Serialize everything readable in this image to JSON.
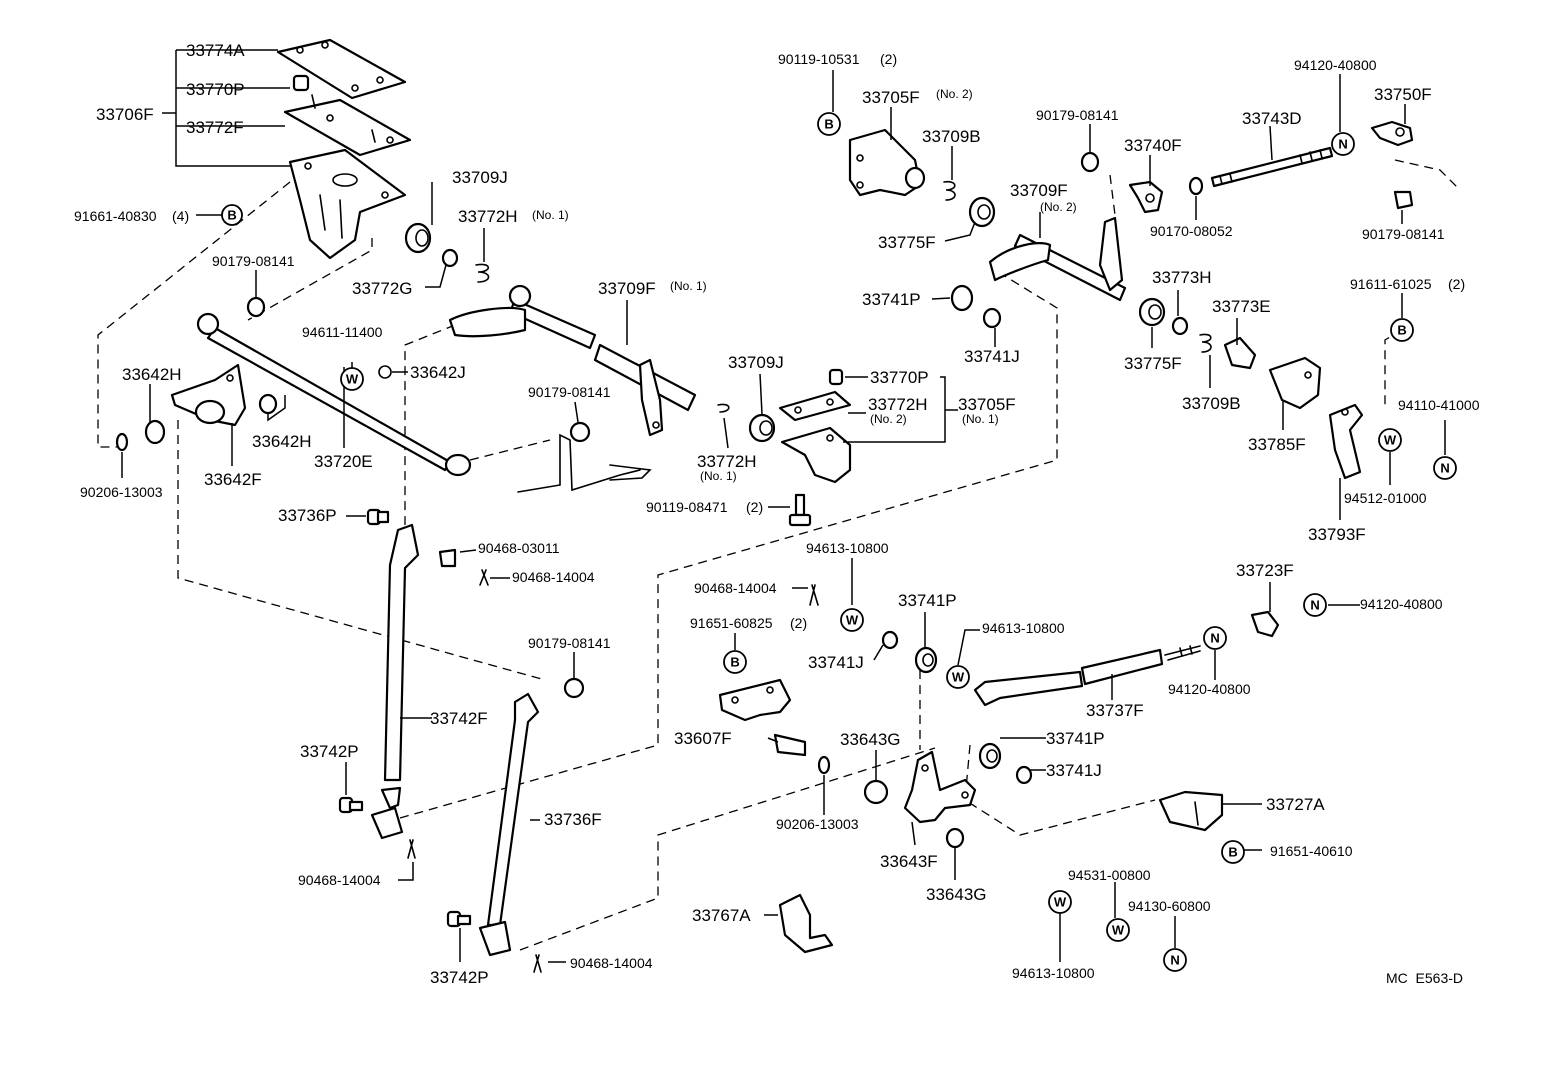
{
  "part_labels": {
    "p33774A": "33774A",
    "p33770P_top": "33770P",
    "p33706F": "33706F",
    "p33772F": "33772F",
    "p91661_40830": "91661-40830",
    "p91661_qty": "(4)",
    "p33709J_top": "33709J",
    "p33772H_top": "33772H",
    "p33772H_top_note": "(No. 1)",
    "p33772G": "33772G",
    "p90179_08141_left": "90179-08141",
    "p94611_11400": "94611-11400",
    "p33642J": "33642J",
    "p33709F_no1": "33709F",
    "p33709F_no1_note": "(No. 1)",
    "p33642H_a": "33642H",
    "p33642H_b": "33642H",
    "p33642F": "33642F",
    "p33720E": "33720E",
    "p90206_13003_left": "90206-13003",
    "p90179_08141_mid": "90179-08141",
    "p33709J_mid": "33709J",
    "p33770P_mid": "33770P",
    "p33772H_no2": "33772H",
    "p33772H_no2_note": "(No. 2)",
    "p33705F_no1": "33705F",
    "p33705F_no1_note": "(No. 1)",
    "p33772H_no1b": "33772H",
    "p33772H_no1b_note": "(No. 1)",
    "p90119_08471": "90119-08471",
    "p90119_08471_qty": "(2)",
    "p33736P": "33736P",
    "p90468_03011": "90468-03011",
    "p90468_14004_a": "90468-14004",
    "p90119_10531": "90119-10531",
    "p90119_10531_qty": "(2)",
    "p33705F_no2": "33705F",
    "p33705F_no2_note": "(No. 2)",
    "p33709B_top": "33709B",
    "p33775F_a": "33775F",
    "p90179_08141_r1": "90179-08141",
    "p33740F": "33740F",
    "p33743D": "33743D",
    "p94120_40800_top": "94120-40800",
    "p33750F": "33750F",
    "p33709F_no2": "33709F",
    "p33709F_no2_note": "(No. 2)",
    "p90170_08052": "90170-08052",
    "p90179_08141_r2": "90179-08141",
    "p33741P_a": "33741P",
    "p33741J_a": "33741J",
    "p33773H": "33773H",
    "p33773E": "33773E",
    "p33775F_b": "33775F",
    "p33709B_b": "33709B",
    "p91611_61025": "91611-61025",
    "p91611_qty": "(2)",
    "p33785F": "33785F",
    "p94110_41000": "94110-41000",
    "p94512_01000": "94512-01000",
    "p33793F": "33793F",
    "p94613_10800_a": "94613-10800",
    "p90468_14004_b": "90468-14004",
    "p91651_60825": "91651-60825",
    "p91651_60825_qty": "(2)",
    "p33741P_b": "33741P",
    "p33741J_b": "33741J",
    "p94613_10800_b": "94613-10800",
    "p33723F": "33723F",
    "p94120_40800_b": "94120-40800",
    "p94120_40800_c": "94120-40800",
    "p33737F": "33737F",
    "p90179_08141_low": "90179-08141",
    "p33742F": "33742F",
    "p33742P_a": "33742P",
    "p90468_14004_c": "90468-14004",
    "p33607F": "33607F",
    "p33643G_a": "33643G",
    "p33741P_c": "33741P",
    "p33741J_c": "33741J",
    "p90206_13003_b": "90206-13003",
    "p33643F": "33643F",
    "p33643G_b": "33643G",
    "p33727A": "33727A",
    "p91651_40610": "91651-40610",
    "p33736F": "33736F",
    "p94531_00800": "94531-00800",
    "p94130_60800": "94130-60800",
    "p94613_10800_c": "94613-10800",
    "p33767A": "33767A",
    "p33742P_b": "33742P",
    "p90468_14004_d": "90468-14004"
  },
  "symbols": {
    "bolt": "B",
    "washer": "W",
    "nut": "N"
  },
  "diagram_code": "MC  E563-D"
}
